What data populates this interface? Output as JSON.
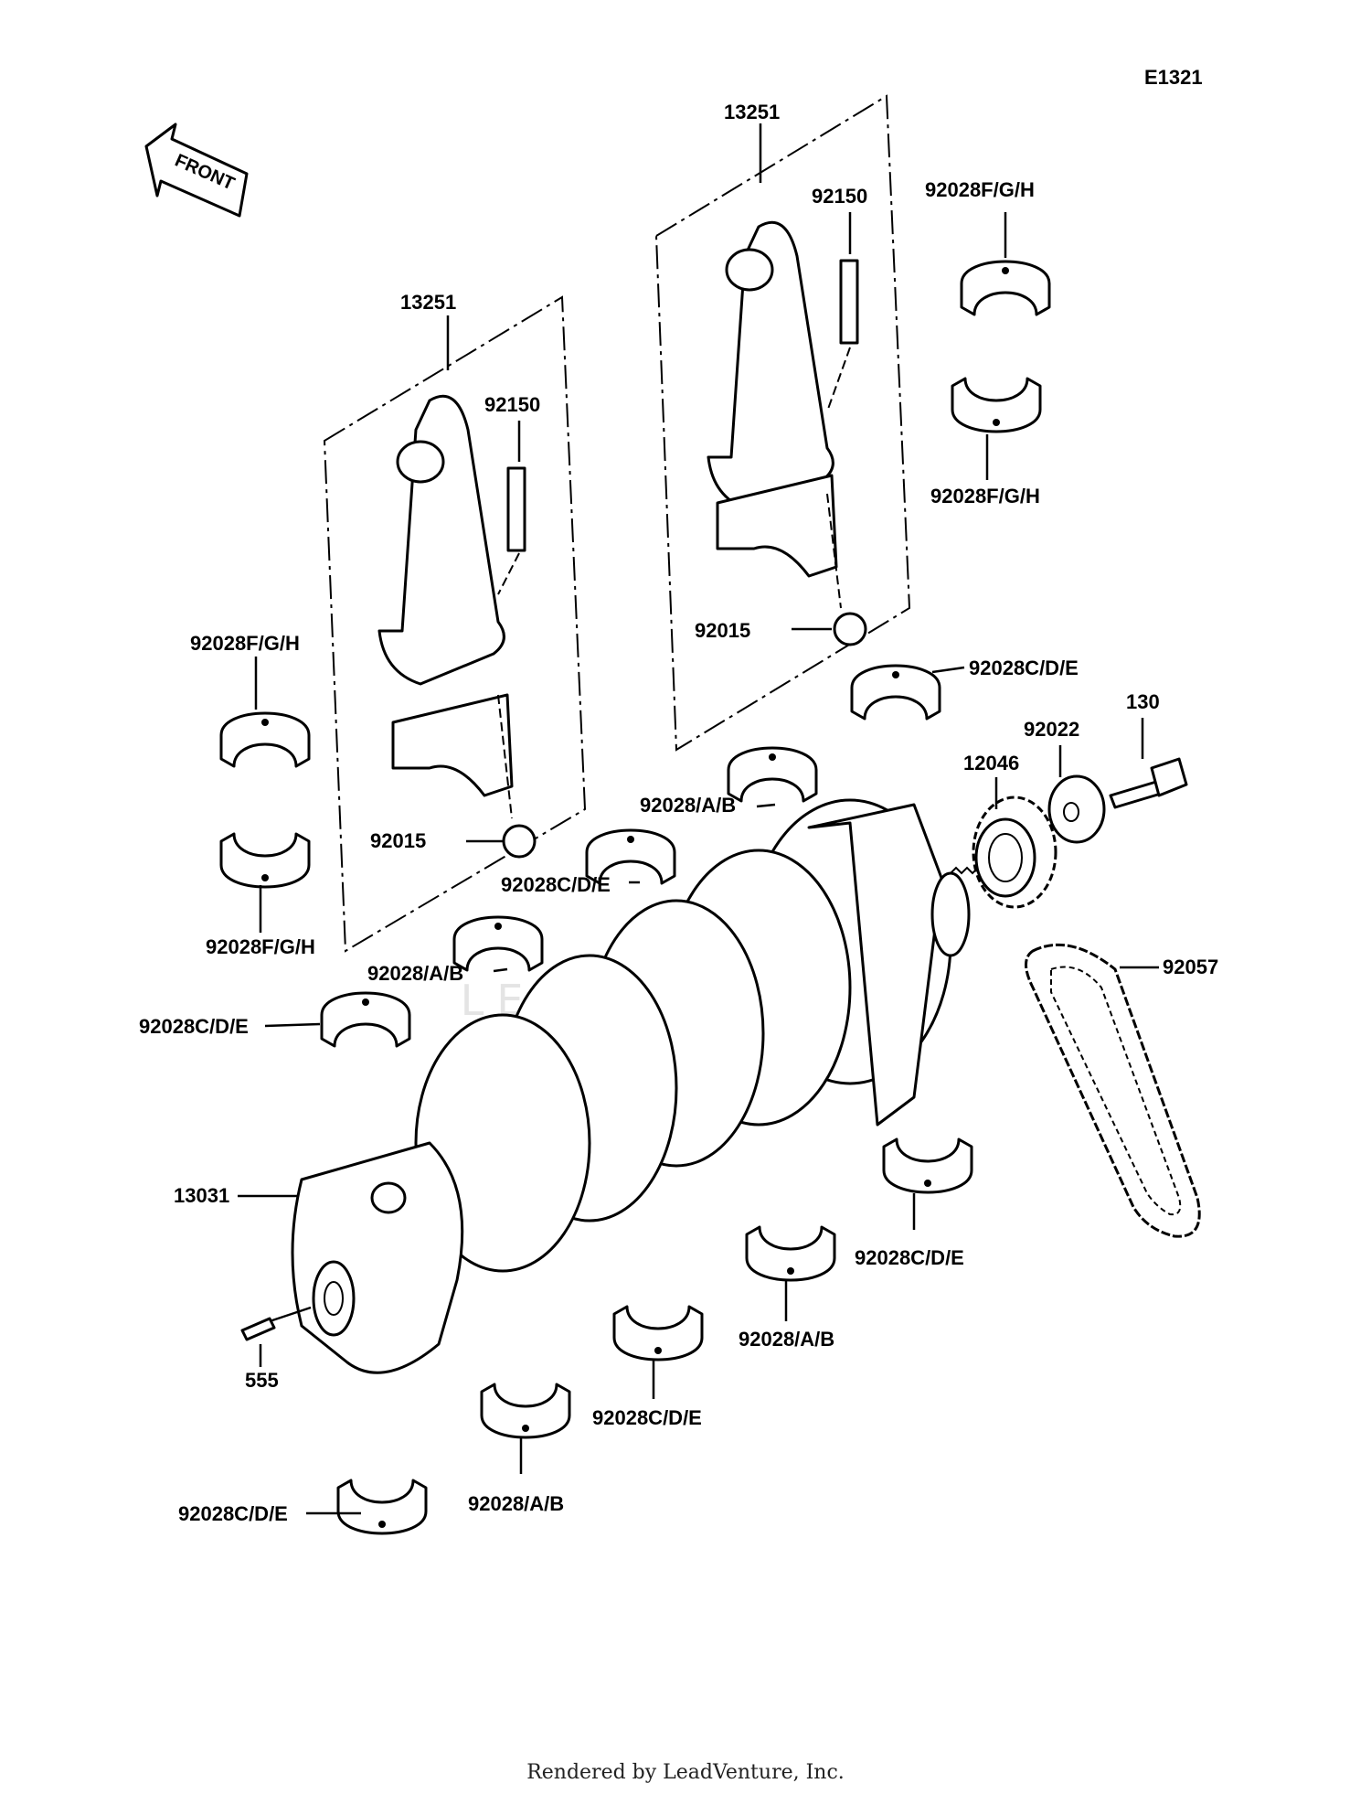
{
  "diagram_code": "E1321",
  "front_arrow_text": "FRONT",
  "watermark": "LEADVENTURE",
  "labels": {
    "conrod_assy_left": "13251",
    "conrod_assy_right": "13251",
    "bolt_left": "92150",
    "bolt_right": "92150",
    "nut_left": "92015",
    "nut_right": "92015",
    "bearing_fgh_1": "92028F/G/H",
    "bearing_fgh_2": "92028F/G/H",
    "bearing_fgh_3": "92028F/G/H",
    "bearing_fgh_4": "92028F/G/H",
    "bearing_cde_1": "92028C/D/E",
    "bearing_cde_2": "92028C/D/E",
    "bearing_cde_3": "92028C/D/E",
    "bearing_cde_4": "92028C/D/E",
    "bearing_cde_5": "92028C/D/E",
    "bearing_cde_6": "92028C/D/E",
    "bearing_ab_1": "92028/A/B",
    "bearing_ab_2": "92028/A/B",
    "bearing_ab_3": "92028/A/B",
    "bearing_ab_4": "92028/A/B",
    "sprocket": "12046",
    "washer": "92022",
    "bolt_130": "130",
    "chain": "92057",
    "crankshaft": "13031",
    "pin": "555"
  },
  "footer": "Rendered by LeadVenture, Inc."
}
